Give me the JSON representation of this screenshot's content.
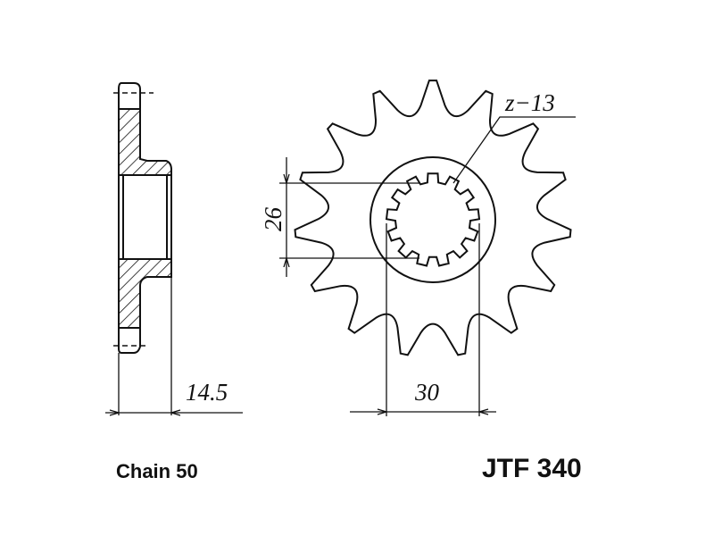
{
  "drawing": {
    "teeth_label": "z−13",
    "spline_teeth": 13,
    "sprocket_teeth": 15,
    "dim_width": "14.5",
    "dim_spline_height": "26",
    "dim_spline_width": "30"
  },
  "footer": {
    "chain": "Chain 50",
    "part_number": "JTF 340"
  }
}
